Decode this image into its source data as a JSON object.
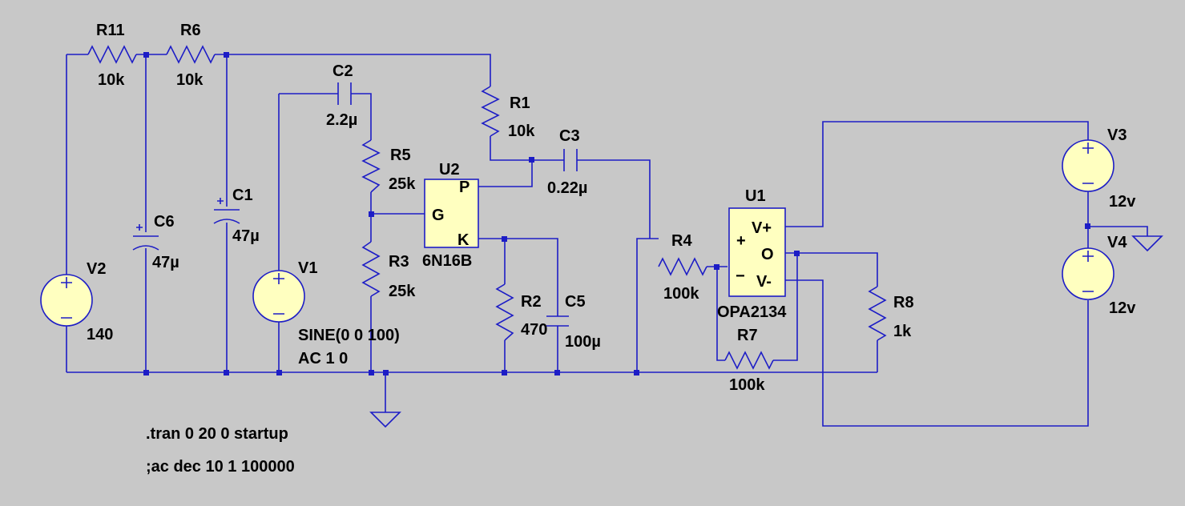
{
  "components": {
    "R11": {
      "name": "R11",
      "value": "10k"
    },
    "R6": {
      "name": "R6",
      "value": "10k"
    },
    "R1": {
      "name": "R1",
      "value": "10k"
    },
    "R5": {
      "name": "R5",
      "value": "25k"
    },
    "R3": {
      "name": "R3",
      "value": "25k"
    },
    "R2": {
      "name": "R2",
      "value": "470"
    },
    "R4": {
      "name": "R4",
      "value": "100k"
    },
    "R7": {
      "name": "R7",
      "value": "100k"
    },
    "R8": {
      "name": "R8",
      "value": "1k"
    },
    "C1": {
      "name": "C1",
      "value": "47µ"
    },
    "C2": {
      "name": "C2",
      "value": "2.2µ"
    },
    "C3": {
      "name": "C3",
      "value": "0.22µ"
    },
    "C5": {
      "name": "C5",
      "value": "100µ"
    },
    "C6": {
      "name": "C6",
      "value": "47µ"
    },
    "V1": {
      "name": "V1",
      "value": "SINE(0 0 100)",
      "value2": "AC 1 0"
    },
    "V2": {
      "name": "V2",
      "value": "140"
    },
    "V3": {
      "name": "V3",
      "value": "12v"
    },
    "V4": {
      "name": "V4",
      "value": "12v"
    },
    "U1": {
      "name": "U1",
      "model": "OPA2134",
      "pins": {
        "vplus": "V+",
        "out": "O",
        "vminus": "V-",
        "in_plus": "+",
        "in_minus": "−"
      }
    },
    "U2": {
      "name": "U2",
      "model": "6N16B",
      "pins": {
        "plate": "P",
        "grid": "G",
        "cathode": "K"
      }
    }
  },
  "directives": {
    "tran": ".tran 0 20 0 startup",
    "ac": ";ac dec 10 1 100000"
  },
  "colors": {
    "background": "#c8c8c8",
    "wire": "#1d1dc6",
    "component_fill": "#ffffc0",
    "text": "#000000"
  }
}
